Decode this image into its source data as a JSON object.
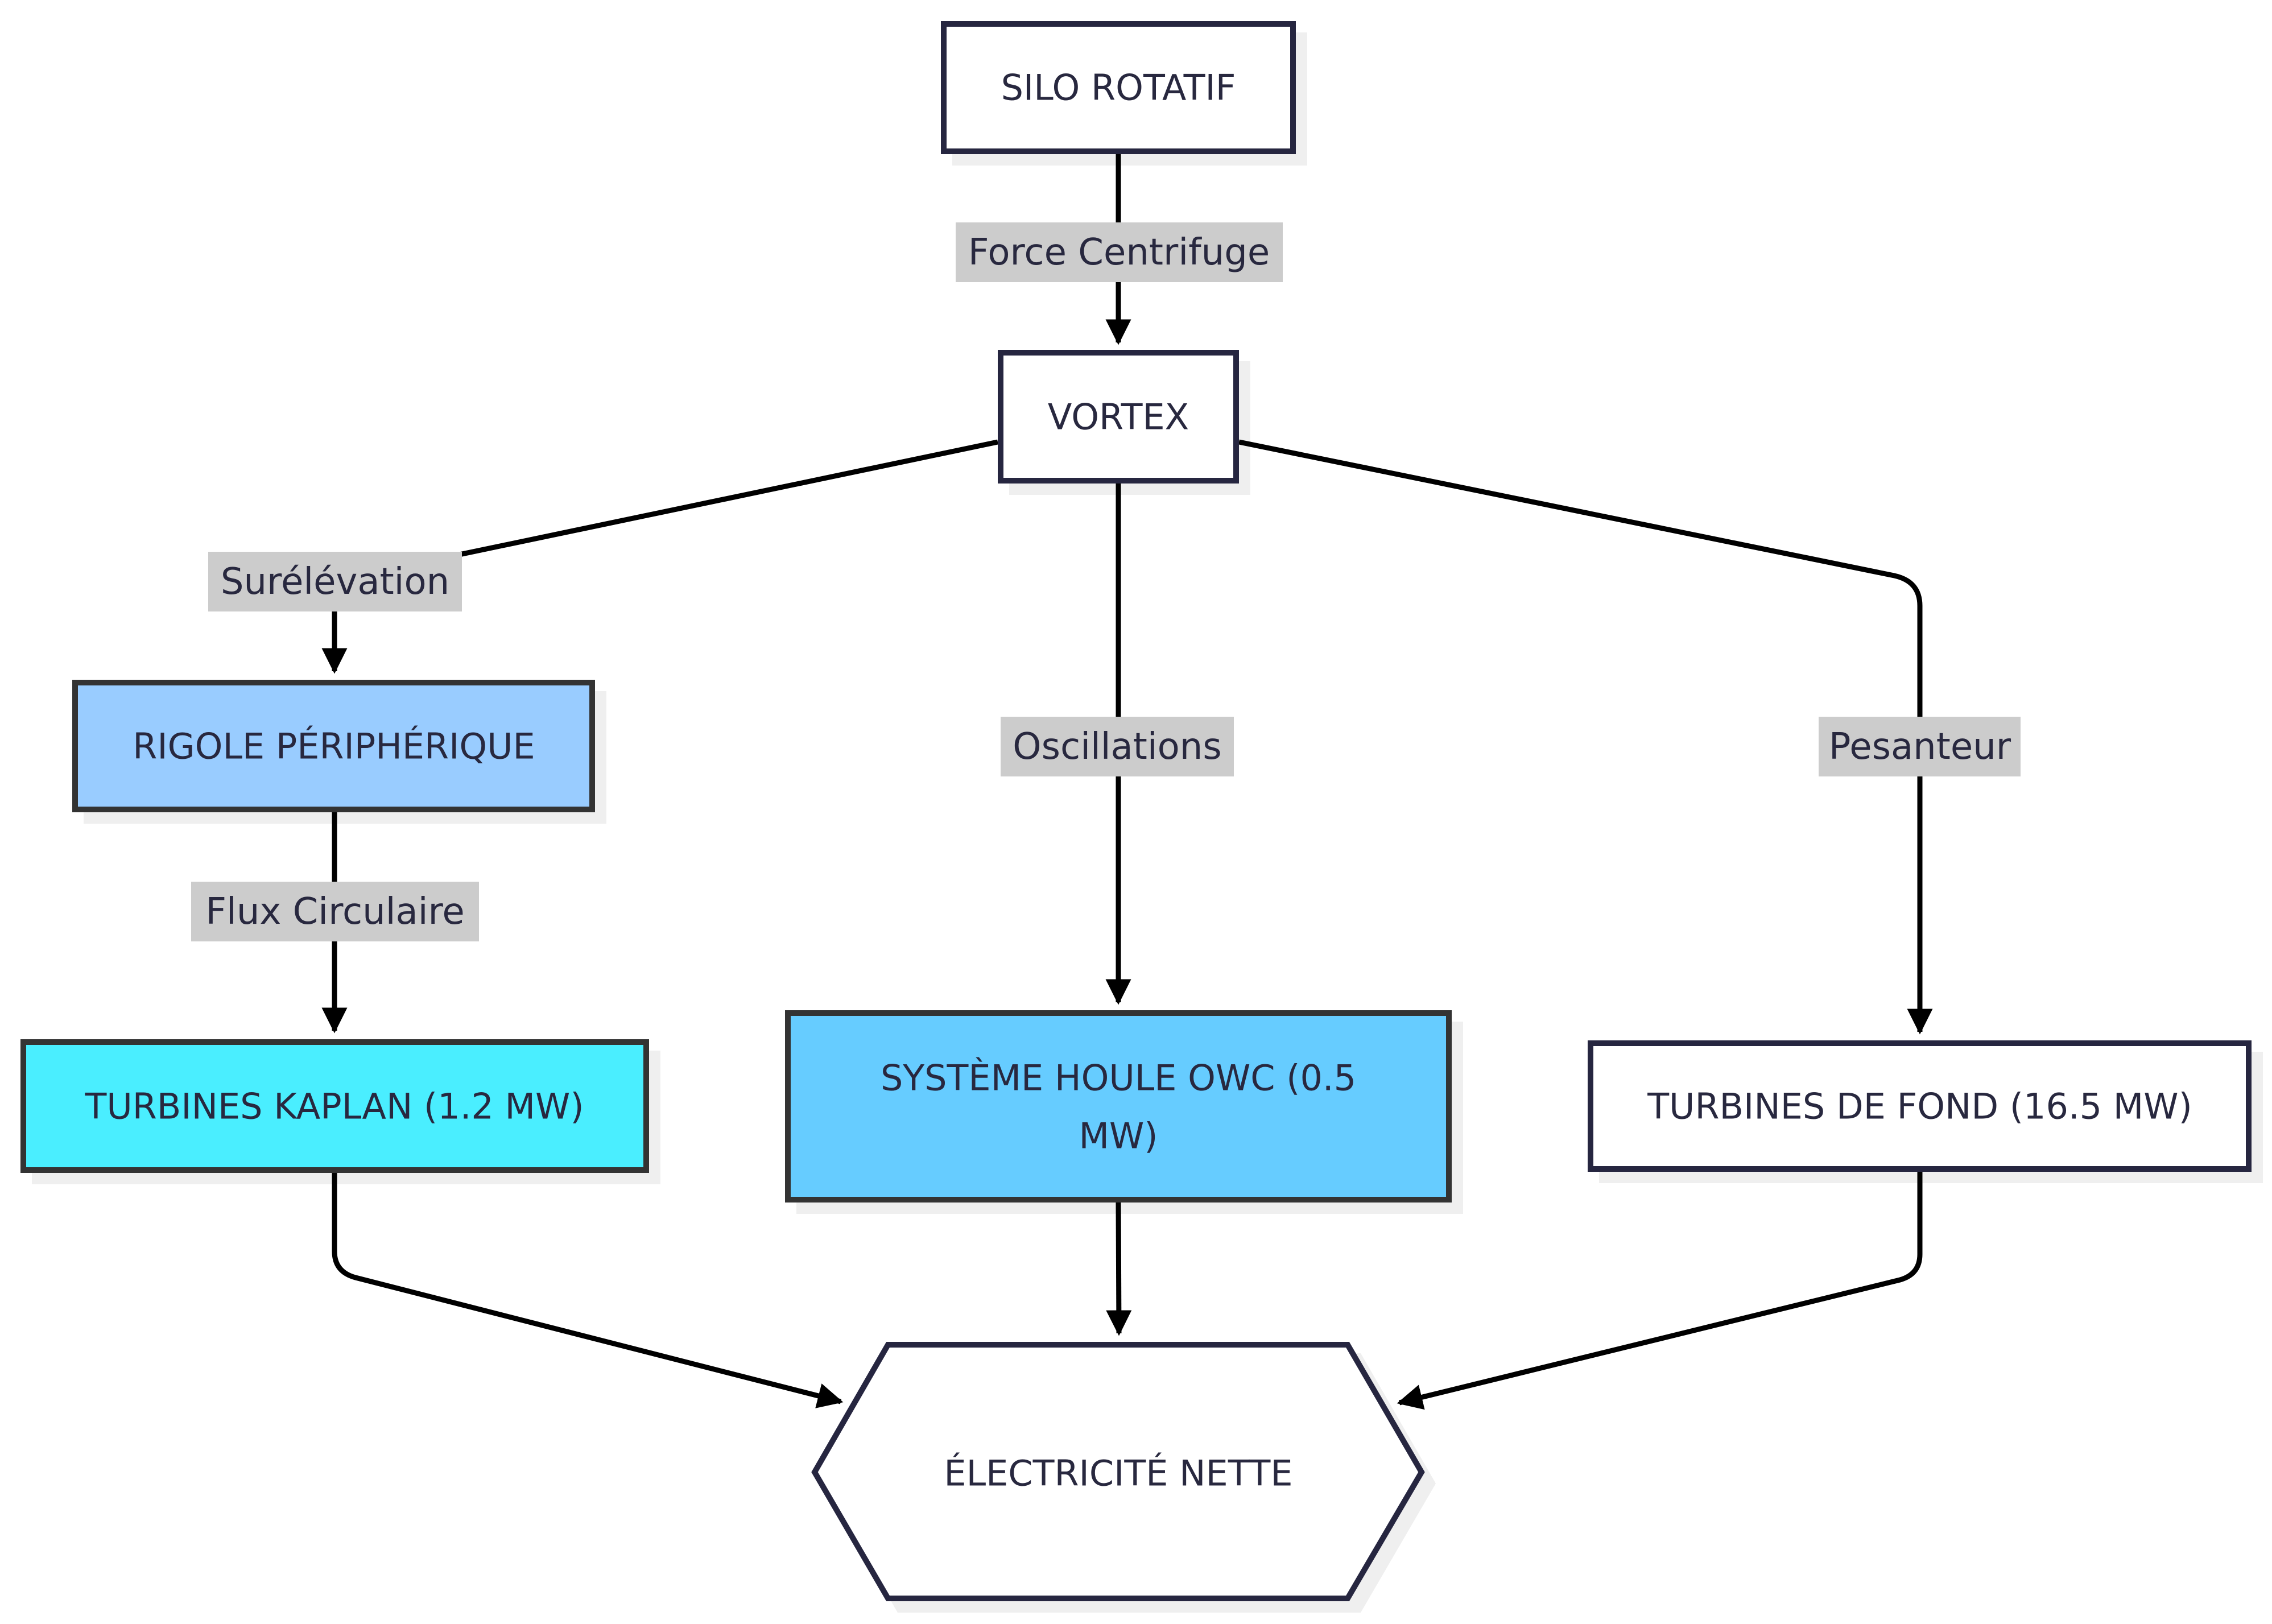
{
  "diagram": {
    "type": "flowchart",
    "nodes": [
      {
        "id": "silo",
        "label": "SILO ROTATIF",
        "shape": "rect",
        "fill": "#ffffff",
        "stroke": "#262640"
      },
      {
        "id": "vortex",
        "label": "VORTEX",
        "shape": "rect",
        "fill": "#ffffff",
        "stroke": "#262640"
      },
      {
        "id": "rigole",
        "label": "RIGOLE PÉRIPHÉRIQUE",
        "shape": "rect",
        "fill": "#99ccff",
        "stroke": "#333333"
      },
      {
        "id": "kaplan",
        "label": "TURBINES KAPLAN (1.2 MW)",
        "shape": "rect",
        "fill": "#4aeeff",
        "stroke": "#333333"
      },
      {
        "id": "owc",
        "label_lines": [
          "SYSTÈME HOULE OWC (0.5",
          "MW)"
        ],
        "label": "SYSTÈME HOULE OWC (0.5 MW)",
        "shape": "rect",
        "fill": "#66ccff",
        "stroke": "#333333"
      },
      {
        "id": "fond",
        "label": "TURBINES DE FOND (16.5 MW)",
        "shape": "rect",
        "fill": "#ffffff",
        "stroke": "#262640"
      },
      {
        "id": "elec",
        "label": "ÉLECTRICITÉ NETTE",
        "shape": "hexagon",
        "fill": "#ffffff",
        "stroke": "#262640"
      }
    ],
    "edges": [
      {
        "from": "silo",
        "to": "vortex",
        "label": "Force Centrifuge"
      },
      {
        "from": "vortex",
        "to": "rigole",
        "label": "Surélévation"
      },
      {
        "from": "rigole",
        "to": "kaplan",
        "label": "Flux Circulaire"
      },
      {
        "from": "vortex",
        "to": "owc",
        "label": "Oscillations"
      },
      {
        "from": "vortex",
        "to": "fond",
        "label": "Pesanteur"
      },
      {
        "from": "kaplan",
        "to": "elec",
        "label": ""
      },
      {
        "from": "owc",
        "to": "elec",
        "label": ""
      },
      {
        "from": "fond",
        "to": "elec",
        "label": ""
      }
    ],
    "colors": {
      "edge": "#000000",
      "label_bg": "#cccccc",
      "text": "#28283f",
      "shadow": "#efefef"
    }
  }
}
